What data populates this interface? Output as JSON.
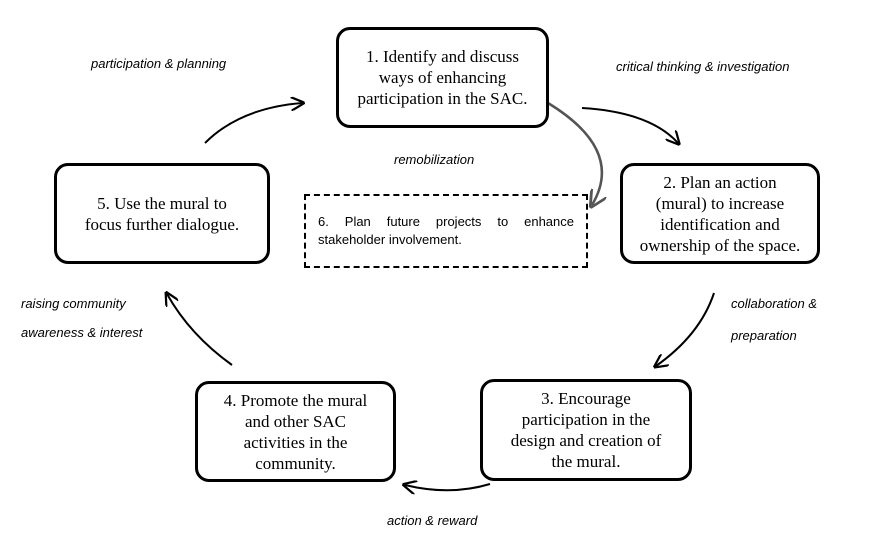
{
  "steps": {
    "step1": "1. Identify and discuss\nways of enhancing\nparticipation in the SAC.",
    "step2": "2. Plan an action\n(mural) to increase\nidentification and\nownership of the space.",
    "step3": "3. Encourage\nparticipation in  the\ndesign and creation of\nthe mural.",
    "step4": "4. Promote the mural\nand other SAC\nactivities in the\ncommunity.",
    "step5": "5. Use the mural to\nfocus further dialogue.",
    "step6": "6. Plan future projects to enhance stakeholder involvement."
  },
  "labels": {
    "participation_planning": "participation & planning",
    "critical_thinking": "critical thinking & investigation",
    "remobilization": "remobilization",
    "collaboration": "collaboration &",
    "preparation": "preparation",
    "action_reward": "action & reward",
    "raising_community": "raising community",
    "awareness_interest": "awareness & interest"
  },
  "colors": {
    "arrow": "#000000",
    "remobilization_arrow": "#555555"
  }
}
